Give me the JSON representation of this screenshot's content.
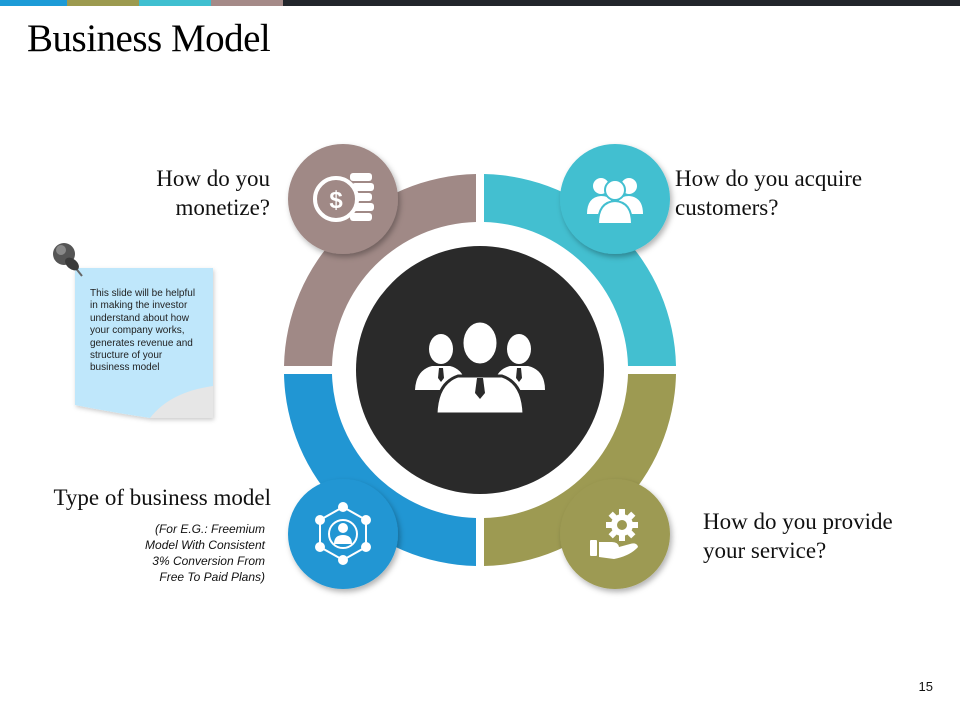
{
  "slide": {
    "title": "Business Model",
    "page_number": "15"
  },
  "colors": {
    "topbar": [
      "#1d9bd7",
      "#9c9a4f",
      "#3fbfd0",
      "#a58a88",
      "#22262b"
    ],
    "monetize": "#a08986",
    "acquire": "#43bfd0",
    "provide": "#9d9a52",
    "type": "#2196d3",
    "center": "#2a2a2a"
  },
  "quadrants": {
    "monetize": {
      "label_line1": "How do you",
      "label_line2": "monetize?",
      "icon": "dollar-coins-icon"
    },
    "acquire": {
      "label_line1": "How do you acquire",
      "label_line2": "customers?",
      "icon": "people-group-icon"
    },
    "provide": {
      "label_line1": "How do you provide",
      "label_line2": "your service?",
      "icon": "hand-gear-icon"
    },
    "type": {
      "label": "Type of business model",
      "sub_line1": "(For E.G.: Freemium",
      "sub_line2": "Model With Consistent",
      "sub_line3": "3% Conversion From",
      "sub_line4": "Free To Paid Plans)",
      "icon": "network-person-icon"
    }
  },
  "center_icon": "business-team-icon",
  "sticky_note": {
    "line1": "This slide will be helpful",
    "line2": "in making the investor",
    "line3": "understand about how",
    "line4": "your company works,",
    "line5": "generates revenue and",
    "line6": "structure of your",
    "line7": "business model",
    "icon": "pushpin-icon"
  }
}
